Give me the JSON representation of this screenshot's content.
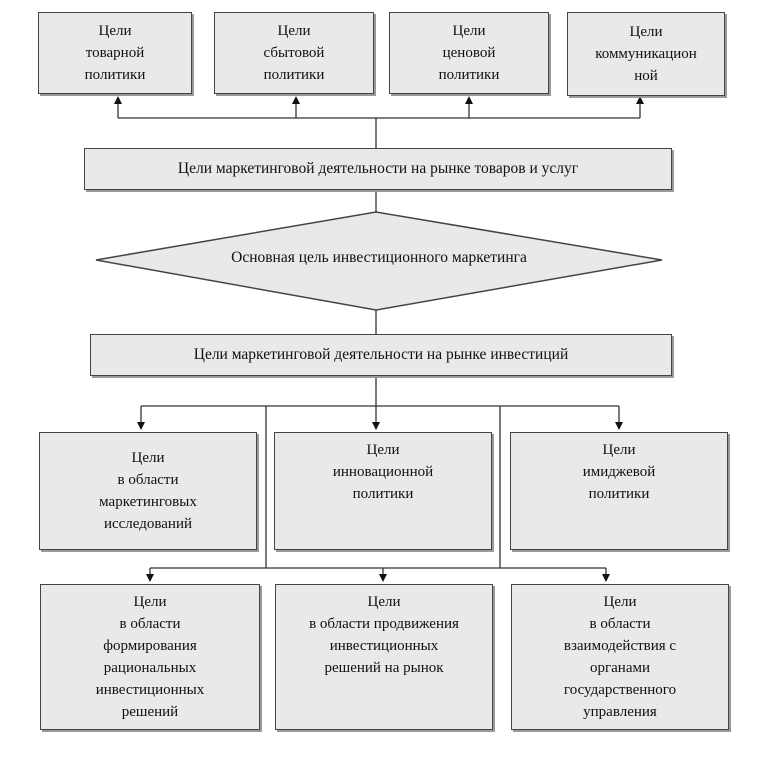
{
  "top_row": [
    {
      "lines": [
        "Цели",
        "товарной",
        "политики"
      ]
    },
    {
      "lines": [
        "Цели",
        "сбытовой",
        "политики"
      ]
    },
    {
      "lines": [
        "Цели",
        "ценовой",
        "политики"
      ]
    },
    {
      "lines": [
        "Цели",
        "коммуникацион",
        "ной"
      ]
    }
  ],
  "goods_market": "Цели маркетинговой деятельности на рынке товаров и услуг",
  "main_goal": "Основная цель инвестиционного маркетинга",
  "investment_market": "Цели маркетинговой деятельности на рынке инвестиций",
  "middle_row": [
    {
      "lines": [
        "Цели",
        "в области",
        "маркетинговых",
        "исследований"
      ]
    },
    {
      "lines": [
        "Цели",
        "инновационной",
        "политики"
      ]
    },
    {
      "lines": [
        "Цели",
        "имиджевой",
        "политики"
      ]
    }
  ],
  "bottom_row": [
    {
      "lines": [
        "Цели",
        "в области",
        "формирования",
        "рациональных",
        "инвестиционных",
        "решений"
      ]
    },
    {
      "lines": [
        "Цели",
        "в области продвижения",
        "инвестиционных",
        "решений на рынок"
      ]
    },
    {
      "lines": [
        "Цели",
        "в области",
        "взаимодействия с",
        "органами",
        "государственного",
        "управления"
      ]
    }
  ]
}
